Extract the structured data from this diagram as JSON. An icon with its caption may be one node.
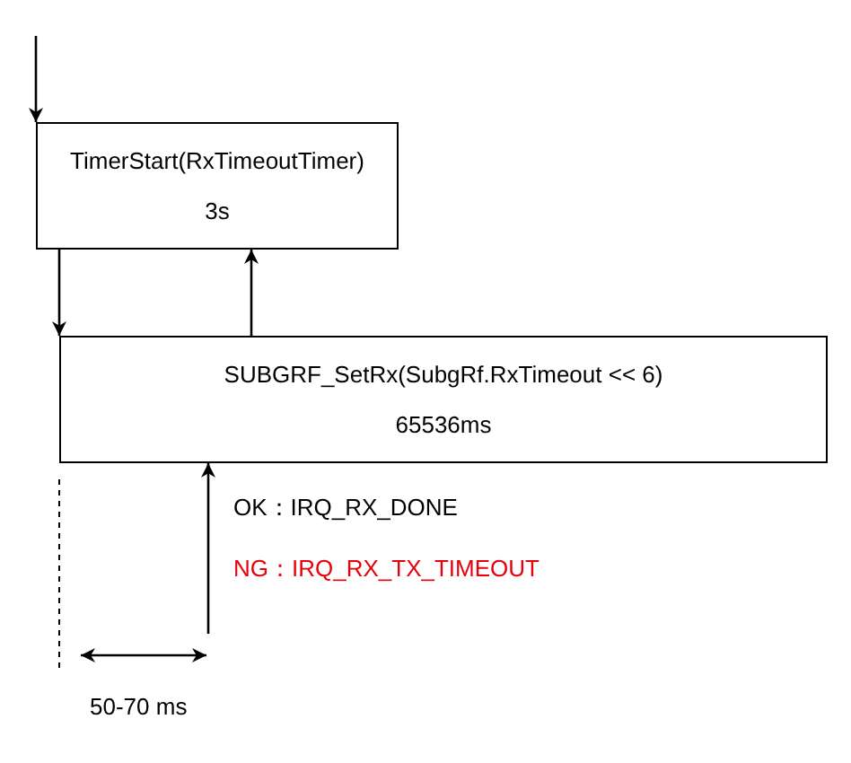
{
  "diagram": {
    "nodes": [
      {
        "text": [
          "TimerStart(RxTimeoutTimer)",
          "3s"
        ]
      },
      {
        "text": [
          "SUBGRF_SetRx(SubgRf.RxTimeout << 6)",
          "65536ms"
        ]
      }
    ],
    "edges": [
      {
        "from": null,
        "to": 0,
        "arrow": "to"
      },
      {
        "from": 0,
        "to": 1,
        "arrow": "to"
      },
      {
        "from": 1,
        "to": 0,
        "arrow": "to"
      },
      {
        "from": null,
        "to": 1,
        "arrow": "to"
      }
    ],
    "labels": [
      "OK：IRQ_RX_DONE",
      "NG：IRQ_RX_TX_TIMEOUT",
      "50-70 ms"
    ]
  }
}
